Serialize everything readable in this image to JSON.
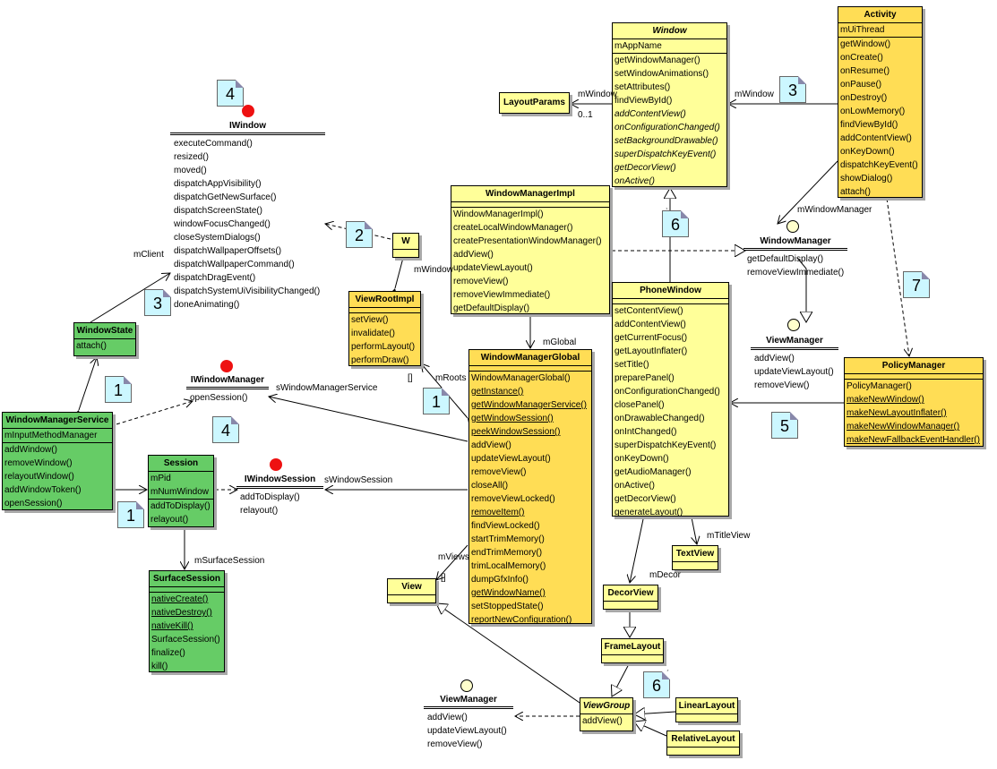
{
  "classes": {
    "window": {
      "title": "Window",
      "attrs": [
        "mAppName"
      ],
      "methods": [
        "getWindowManager()",
        "setWindowAnimations()",
        "setAttributes()",
        "findViewById()",
        "addContentView()",
        "onConfigurationChanged()",
        "setBackgroundDrawable()",
        "superDispatchKeyEvent()",
        "getDecorView()",
        "onActive()"
      ]
    },
    "activity": {
      "title": "Activity",
      "attrs": [
        "mUiThread"
      ],
      "methods": [
        "getWindow()",
        "onCreate()",
        "onResume()",
        "onPause()",
        "onDestroy()",
        "onLowMemory()",
        "findViewById()",
        "addContentView()",
        "onKeyDown()",
        "dispatchKeyEvent()",
        "showDialog()",
        "attach()"
      ]
    },
    "layout_params": {
      "title": "LayoutParams"
    },
    "window_manager_impl": {
      "title": "WindowManagerImpl",
      "methods": [
        "WindowManagerImpl()",
        "createLocalWindowManager()",
        "createPresentationWindowManager()",
        "addView()",
        "updateViewLayout()",
        "removeView()",
        "removeViewImmediate()",
        "getDefaultDisplay()"
      ]
    },
    "w": {
      "title": "W"
    },
    "view_root_impl": {
      "title": "ViewRootImpl",
      "methods": [
        "setView()",
        "invalidate()",
        "performLayout()",
        "performDraw()"
      ]
    },
    "window_manager_global": {
      "title": "WindowManagerGlobal",
      "methods": [
        "WindowManagerGlobal()",
        "getInstance()",
        "getWindowManagerService()",
        "getWindowSession()",
        "peekWindowSession()",
        "addView()",
        "updateViewLayout()",
        "removeView()",
        "closeAll()",
        "removeViewLocked()",
        "removeItem()",
        "findViewLocked()",
        "startTrimMemory()",
        "endTrimMemory()",
        "trimLocalMemory()",
        "dumpGfxInfo()",
        "getWindowName()",
        "setStoppedState()",
        "reportNewConfiguration()"
      ]
    },
    "phone_window": {
      "title": "PhoneWindow",
      "methods": [
        "setContentView()",
        "addContentView()",
        "getCurrentFocus()",
        "getLayoutInflater()",
        "setTitle()",
        "preparePanel()",
        "onConfigurationChanged()",
        "closePanel()",
        "onDrawableChanged()",
        "onIntChanged()",
        "superDispatchKeyEvent()",
        "onKeyDown()",
        "getAudioManager()",
        "onActive()",
        "getDecorView()",
        "generateLayout()"
      ]
    },
    "policy_manager": {
      "title": "PolicyManager",
      "methods": [
        "PolicyManager()",
        "makeNewWindow()",
        "makeNewLayoutInflater()",
        "makeNewWindowManager()",
        "makeNewFallbackEventHandler()"
      ]
    },
    "window_state": {
      "title": "WindowState",
      "methods": [
        "attach()"
      ]
    },
    "window_manager_service": {
      "title": "WindowManagerService",
      "attrs": [
        "mInputMethodManager"
      ],
      "methods": [
        "addWindow()",
        "removeWindow()",
        "relayoutWindow()",
        "addWindowToken()",
        "openSession()"
      ]
    },
    "session": {
      "title": "Session",
      "attrs": [
        "mPid",
        "mNumWindow"
      ],
      "methods": [
        "addToDisplay()",
        "relayout()"
      ]
    },
    "surface_session": {
      "title": "SurfaceSession",
      "methods": [
        "nativeCreate()",
        "nativeDestroy()",
        "nativeKill()",
        "SurfaceSession()",
        "finalize()",
        "kill()"
      ]
    },
    "text_view": {
      "title": "TextView"
    },
    "decor_view": {
      "title": "DecorView"
    },
    "frame_layout": {
      "title": "FrameLayout"
    },
    "view": {
      "title": "View"
    },
    "view_group": {
      "title": "ViewGroup",
      "methods": [
        "addView()"
      ]
    },
    "linear_layout": {
      "title": "LinearLayout"
    },
    "relative_layout": {
      "title": "RelativeLayout"
    }
  },
  "interfaces": {
    "iwindow": {
      "title": "IWindow",
      "methods": [
        "executeCommand()",
        "resized()",
        "moved()",
        "dispatchAppVisibility()",
        "dispatchGetNewSurface()",
        "dispatchScreenState()",
        "windowFocusChanged()",
        "closeSystemDialogs()",
        "dispatchWallpaperOffsets()",
        "dispatchWallpaperCommand()",
        "dispatchDragEvent()",
        "dispatchSystemUiVisibilityChanged()",
        "doneAnimating()"
      ]
    },
    "iwindow_manager": {
      "title": "IWindowManager",
      "methods": [
        "openSession()"
      ]
    },
    "iwindow_session": {
      "title": "IWindowSession",
      "methods": [
        "addToDisplay()",
        "relayout()"
      ]
    },
    "window_manager": {
      "title": "WindowManager",
      "methods": [
        "getDefaultDisplay()",
        "removeViewImmediate()"
      ]
    },
    "view_manager_right": {
      "title": "ViewManager",
      "methods": [
        "addView()",
        "updateViewLayout()",
        "removeView()"
      ]
    },
    "view_manager_bottom": {
      "title": "ViewManager",
      "methods": [
        "addView()",
        "updateViewLayout()",
        "removeView()"
      ]
    }
  },
  "notes": {
    "n_iwindow": "4",
    "n_w": "2",
    "n_client": "3",
    "n_window": "3",
    "n_wstate": "1",
    "n_iwm": "4",
    "n_session": "1",
    "n_roots": "1",
    "n_pw": "6",
    "n_wm": "7",
    "n_policy": "5",
    "n_viewgroup": "6"
  },
  "labels": {
    "mwindow_lp": "mWindow",
    "lp_mult": "0..1",
    "mwindow_activity": "mWindow",
    "mwindow_manager": "mWindowManager",
    "mwindow_vri": "mWindow",
    "mclient": "mClient",
    "mroots": "mRoots",
    "mroots_mult": "[]",
    "mglobal": "mGlobal",
    "swms": "sWindowManagerService",
    "swin_session": "sWindowSession",
    "msurface_session": "mSurfaceSession",
    "mviews": "mViews",
    "mviews_mult": "[]",
    "mtitle_view": "mTitleView",
    "mdecor": "mDecor"
  }
}
